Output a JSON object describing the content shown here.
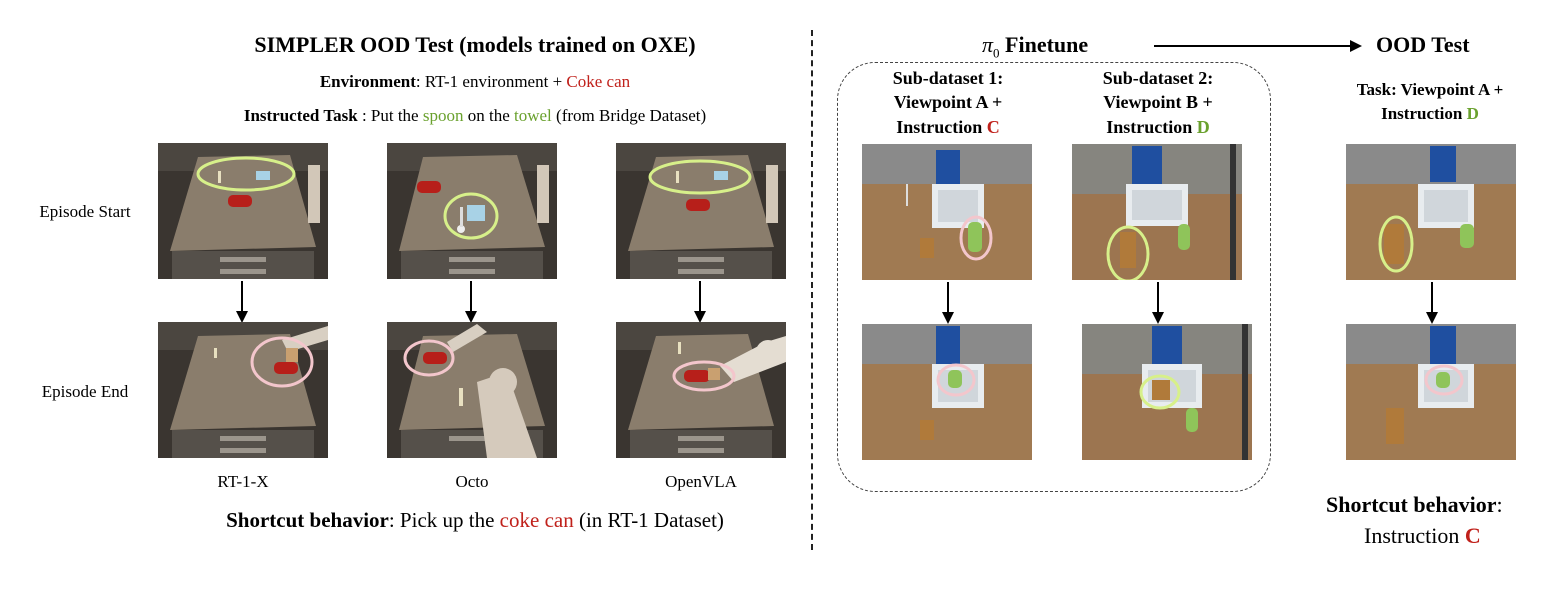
{
  "left": {
    "title": "SIMPLER OOD Test (models trained on OXE)",
    "environment": {
      "label": "Environment",
      "sep": ": RT-1 environment + ",
      "highlight": "Coke can"
    },
    "task": {
      "label": "Instructed Task",
      "p1": " : Put the ",
      "obj1": "spoon",
      "p2": " on the ",
      "obj2": "towel",
      "p3": " (from Bridge Dataset)"
    },
    "row_labels": [
      "Episode Start",
      "Episode End"
    ],
    "models": [
      "RT-1-X",
      "Octo",
      "OpenVLA"
    ],
    "shortcut": {
      "label": "Shortcut behavior",
      "p1": ": Pick up the ",
      "highlight": "coke can",
      "p2": " (in RT-1 Dataset)"
    }
  },
  "right": {
    "finetune": {
      "symbol": "π",
      "sub": "0",
      "word": " Finetune"
    },
    "ood_title": "OOD Test",
    "sub1": {
      "line1": "Sub-dataset 1:",
      "line2": "Viewpoint A +",
      "line3a": "Instruction ",
      "letter": "C"
    },
    "sub2": {
      "line1": "Sub-dataset 2:",
      "line2": "Viewpoint B +",
      "line3a": "Instruction ",
      "letter": "D"
    },
    "ood_task": {
      "line1": "Task: Viewpoint A +",
      "line2a": "Instruction ",
      "letter": "D"
    },
    "shortcut": {
      "label": "Shortcut behavior",
      "colon": ":",
      "line2a": "Instruction ",
      "letter": "C"
    }
  },
  "colors": {
    "red": "#c0211b",
    "green": "#6aa12e",
    "circle_green": "#d7f08a",
    "circle_pink": "#f3c6cc"
  }
}
